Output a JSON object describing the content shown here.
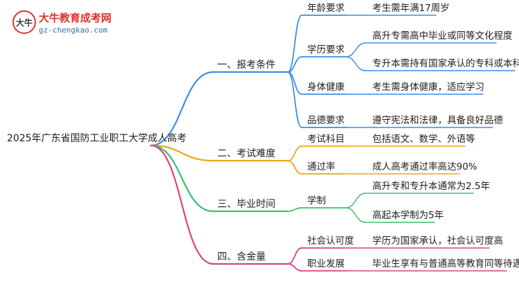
{
  "logo": {
    "glyph": "大牛",
    "name": "大牛教育成考网",
    "url": "gz-chengkao.com"
  },
  "root": "2025年广东省国防工业职工大学成人高考",
  "colors": {
    "blue": "#3a8ee6",
    "orange": "#e6a817",
    "green": "#33c26a",
    "pink": "#e0407a"
  },
  "branches": [
    {
      "label": "一、报考条件",
      "color": "blue",
      "children": [
        {
          "label": "年龄要求",
          "leaves": [
            "考生需年满17周岁"
          ]
        },
        {
          "label": "学历要求",
          "leaves": [
            "高升专需高中毕业或同等文化程度",
            "专升本需持有国家承认的专科或本科文凭"
          ]
        },
        {
          "label": "身体健康",
          "leaves": [
            "考生需身体健康，适应学习"
          ]
        },
        {
          "label": "品德要求",
          "leaves": [
            "遵守宪法和法律，具备良好品德"
          ]
        }
      ]
    },
    {
      "label": "二、考试难度",
      "color": "orange",
      "children": [
        {
          "label": "考试科目",
          "leaves": [
            "包括语文、数学、外语等"
          ]
        },
        {
          "label": "通过率",
          "leaves": [
            "成人高考通过率高达90%"
          ]
        }
      ]
    },
    {
      "label": "三、毕业时间",
      "color": "green",
      "children": [
        {
          "label": "学制",
          "leaves": [
            "高升专和专升本通常为2.5年",
            "高起本学制为5年"
          ]
        }
      ]
    },
    {
      "label": "四、含金量",
      "color": "pink",
      "children": [
        {
          "label": "社会认可度",
          "leaves": [
            "学历为国家承认，社会认可度高"
          ]
        },
        {
          "label": "职业发展",
          "leaves": [
            "毕业生享有与普通高等教育同等待遇"
          ]
        }
      ]
    }
  ]
}
